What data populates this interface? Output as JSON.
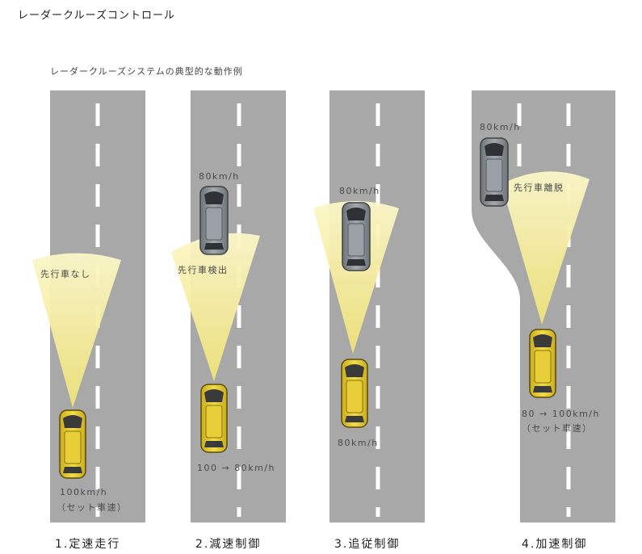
{
  "title": "レーダークルーズコントロール",
  "subtitle": "レーダークルーズシステムの典型的な動作例",
  "colors": {
    "road": "#a8a8a8",
    "lane_marking": "#ffffff",
    "radar_beam": "#f3ea9a",
    "own_car": "#e9d13c",
    "lead_car": "#8f9499"
  },
  "scenarios": [
    {
      "caption": "1.定速走行",
      "radar_label": "先行車なし",
      "own_speed": "100km/h",
      "own_note": "（セット車速）"
    },
    {
      "caption": "2.減速制御",
      "radar_label": "先行車検出",
      "lead_speed": "80km/h",
      "own_speed": "100 → 80km/h"
    },
    {
      "caption": "3.追従制御",
      "lead_speed": "80km/h",
      "own_speed": "80km/h"
    },
    {
      "caption": "4.加速制御",
      "radar_label": "先行車離脱",
      "lead_speed": "80km/h",
      "own_speed": "80 → 100km/h",
      "own_note": "（セット車速）"
    }
  ]
}
